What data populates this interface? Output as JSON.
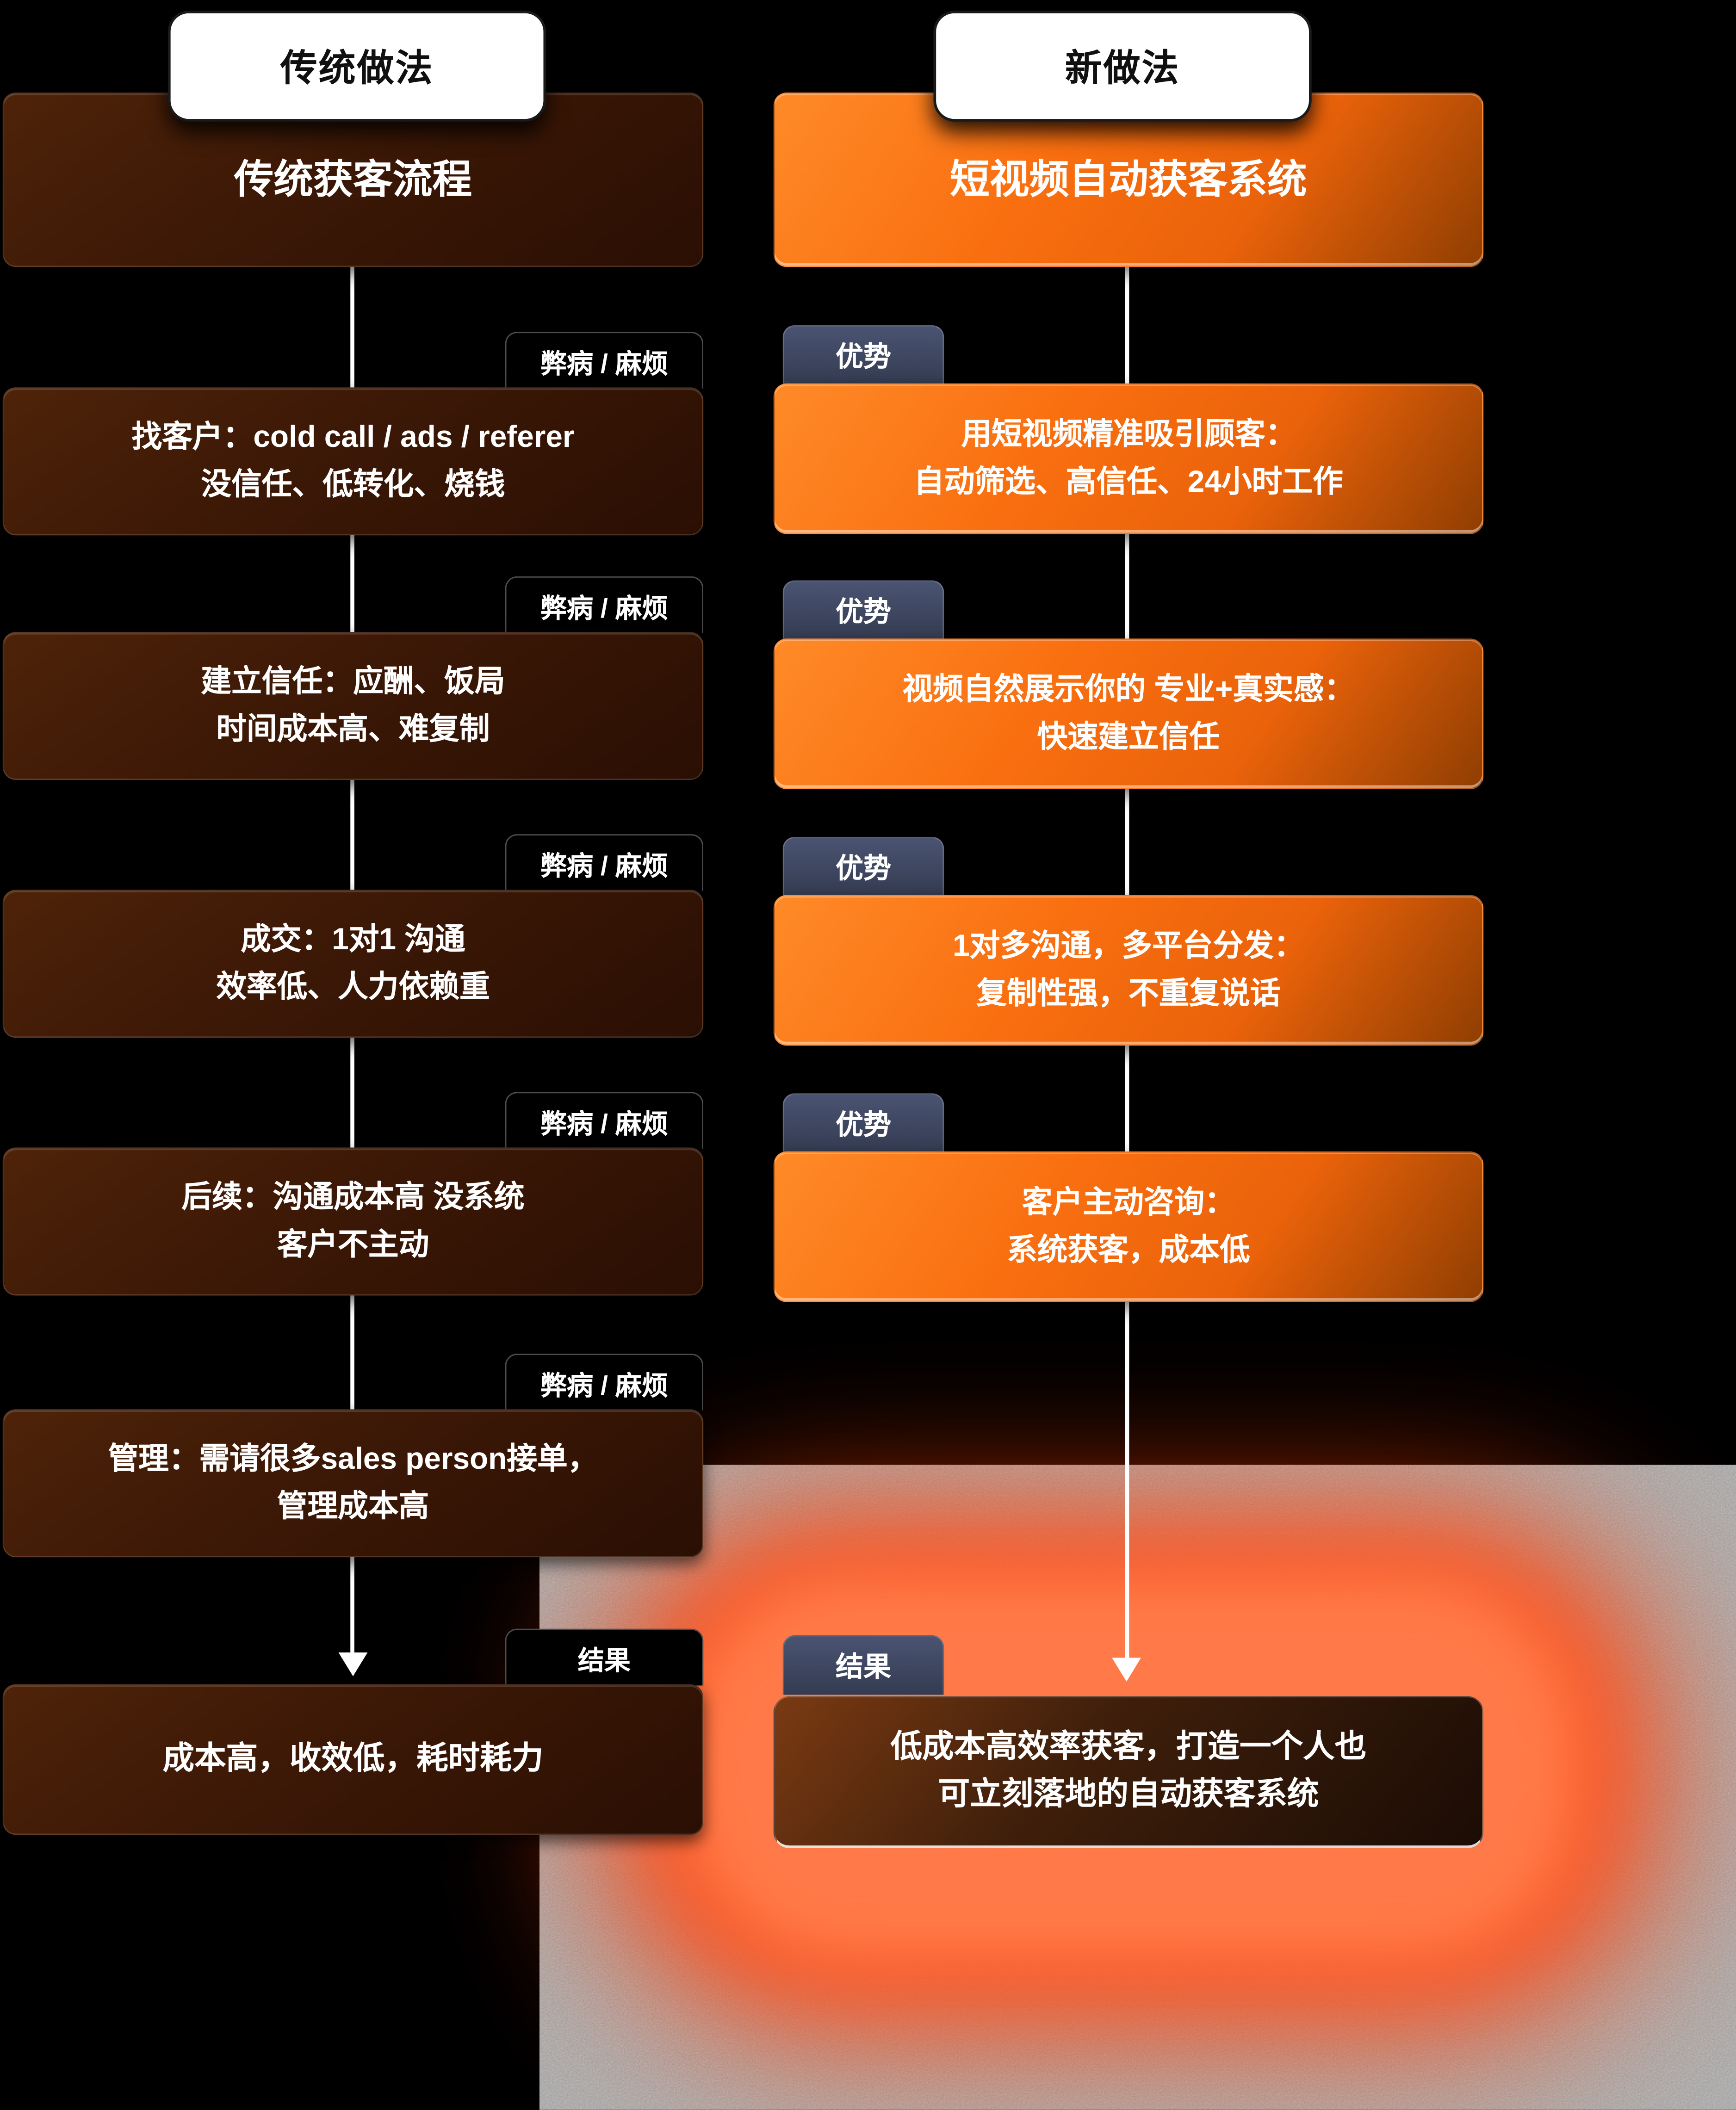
{
  "diagram": {
    "traditional": {
      "tab_label": "传统做法",
      "title": "传统获客流程",
      "badge_label": "弊病 / 麻烦",
      "result_badge_label": "结果",
      "steps": [
        {
          "line1": "找客户：cold call / ads / referer",
          "line2": "没信任、低转化、烧钱"
        },
        {
          "line1": "建立信任：应酬、饭局",
          "line2": "时间成本高、难复制"
        },
        {
          "line1": "成交：1对1 沟通",
          "line2": "效率低、人力依赖重"
        },
        {
          "line1": "后续：沟通成本高 没系统",
          "line2": "客户不主动"
        },
        {
          "line1": "管理：需请很多sales person接单，",
          "line2": "管理成本高"
        }
      ],
      "result": "成本高，收效低，耗时耗力"
    },
    "modern": {
      "tab_label": "新做法",
      "title": "短视频自动获客系统",
      "badge_label": "优势",
      "result_badge_label": "结果",
      "steps": [
        {
          "line1": "用短视频精准吸引顾客：",
          "line2": "自动筛选、高信任、24小时工作"
        },
        {
          "line1": "视频自然展示你的 专业+真实感：",
          "line2": "快速建立信任"
        },
        {
          "line1": "1对多沟通，多平台分发：",
          "line2": "复制性强，不重复说话"
        },
        {
          "line1": "客户主动咨询：",
          "line2": "系统获客，成本低"
        }
      ],
      "result_line1": "低成本高效率获客，打造一个人也",
      "result_line2": "可立刻落地的自动获客系统"
    },
    "colors": {
      "background": "#000000",
      "traditional_box": "#3c1806",
      "modern_box": "#f2670d",
      "drawback_badge": "#000000",
      "advantage_badge": "#3b4358",
      "glow": "#ff5a2e"
    }
  }
}
